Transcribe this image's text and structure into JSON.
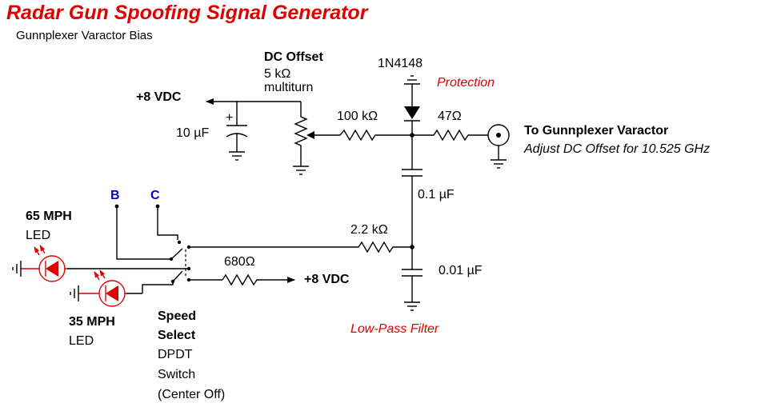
{
  "title": "Radar Gun Spoofing Signal Generator",
  "subtitle": "Gunnplexer Varactor Bias",
  "labels": {
    "dc_offset": "DC Offset",
    "pot_value": "5 kΩ",
    "pot_type": "multiturn",
    "diode_part": "1N4148",
    "protection": "Protection",
    "supply_top": "+8 VDC",
    "cap_10uf": "10 µF",
    "plus_sign": "+",
    "r_100k": "100 kΩ",
    "r_47": "47Ω",
    "output_title": "To Gunnplexer Varactor",
    "output_note": "Adjust DC Offset for 10.525 GHz",
    "cap_01uf": "0.1 µF",
    "input_b": "B",
    "input_c": "C",
    "led_65_speed": "65 MPH",
    "led_65_type": "LED",
    "r_2k2": "2.2 kΩ",
    "r_680": "680Ω",
    "supply_bottom": "+8 VDC",
    "cap_001uf": "0.01 µF",
    "led_35_speed": "35 MPH",
    "led_35_type": "LED",
    "switch_line1": "Speed",
    "switch_line2": "Select",
    "switch_line3": "DPDT",
    "switch_line4": "Switch",
    "switch_line5": "(Center Off)",
    "filter": "Low-Pass Filter"
  },
  "colors": {
    "wire": "#000000",
    "led": "#e00000",
    "title": "#e00000",
    "inputs": "#0000dd"
  }
}
